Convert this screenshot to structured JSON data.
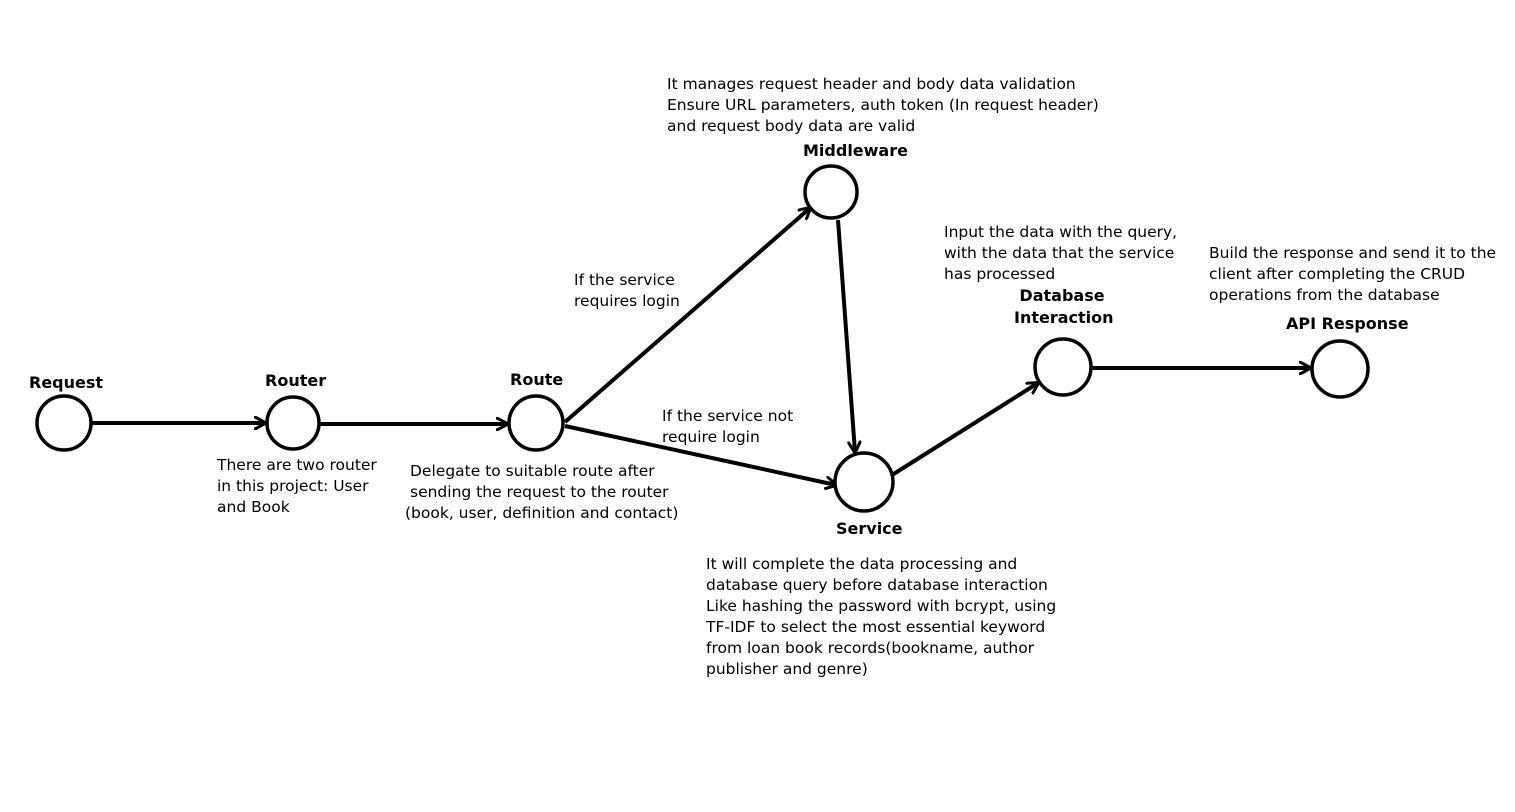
{
  "colors": {
    "line": "#000000",
    "background": "#ffffff",
    "node_fill": "#ffffff"
  },
  "nodes": {
    "request": {
      "title": "Request"
    },
    "router": {
      "title": "Router"
    },
    "route": {
      "title": "Route"
    },
    "middleware": {
      "title": "Middleware"
    },
    "service": {
      "title": "Service"
    },
    "database": {
      "title_line1": "Database",
      "title_line2": "Interaction"
    },
    "api_response": {
      "title": "API Response"
    }
  },
  "notes": {
    "router": [
      "There are two router",
      "in this project: User",
      "and Book"
    ],
    "route": [
      "Delegate to suitable route after",
      "sending the request to the router",
      "(book, user, definition and contact)"
    ],
    "requires_login": [
      "If the service",
      "requires login"
    ],
    "not_require_login": [
      "If the service not",
      "require login"
    ],
    "middleware": [
      "It manages request header and body data validation",
      "Ensure URL parameters, auth token (In request header)",
      "and request body data are valid"
    ],
    "database": [
      "Input the data with the query,",
      "with the data that the service",
      "has processed"
    ],
    "api_response": [
      "Build the response and send it to the",
      "client after completing the CRUD",
      "operations from the database"
    ],
    "service": [
      "It will complete the data processing and",
      "database query before database interaction",
      "Like hashing the password with bcrypt, using",
      "TF-IDF to select the most essential keyword",
      "from loan book records(bookname, author",
      "publisher and genre)"
    ]
  }
}
